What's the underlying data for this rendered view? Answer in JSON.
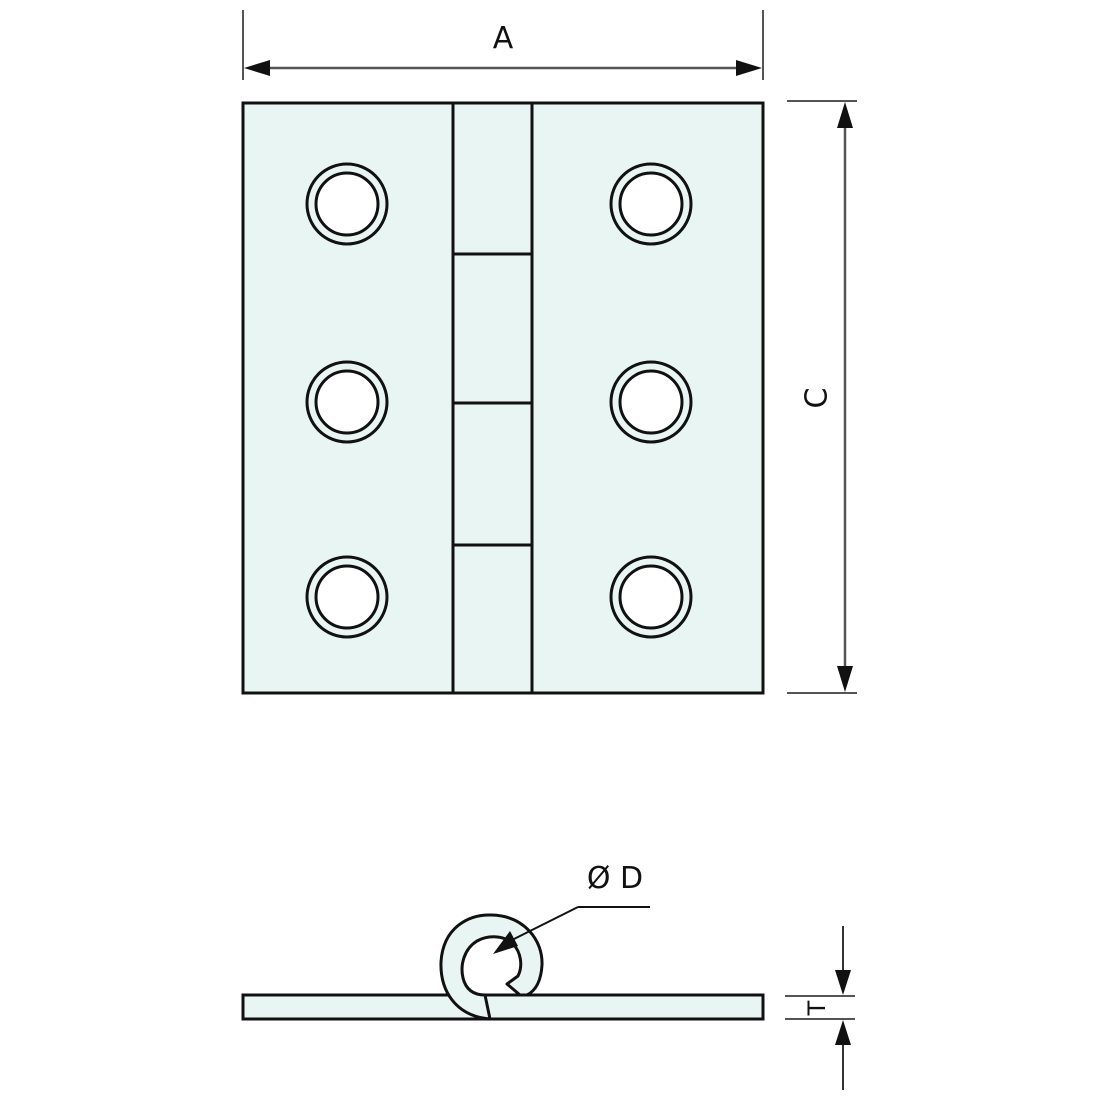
{
  "diagram": {
    "type": "technical drawing",
    "subject": "butt hinge",
    "colors": {
      "fill": "#e8f5f3",
      "stroke": "#111111",
      "dimension_line": "#555555",
      "background": "#ffffff",
      "hole_fill": "#ffffff"
    },
    "front_view": {
      "leaves": 2,
      "holes_per_leaf": 3,
      "knuckle_segments": 4
    },
    "dimensions": {
      "width_label": "A",
      "height_label": "C",
      "diameter_label": "Ø D",
      "thickness_label": "T"
    }
  }
}
